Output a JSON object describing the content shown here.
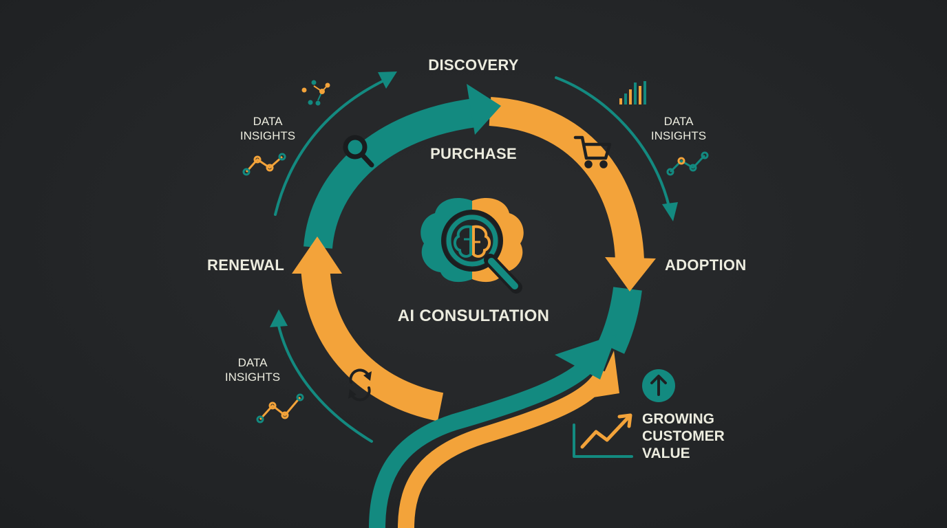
{
  "stages": {
    "discovery": "DISCOVERY",
    "purchase": "PURCHASE",
    "adoption": "ADOPTION",
    "renewal": "RENEWAL"
  },
  "center": {
    "label": "AI CONSULTATION",
    "icon": "brain-magnifier-icon"
  },
  "insights": {
    "top_left": "DATA\nINSIGHTS",
    "top_right": "DATA\nINSIGHTS",
    "bottom_left": "DATA\nINSIGHTS"
  },
  "growth": {
    "label": "GROWING\nCUSTOMER\nVALUE",
    "icon": "arrow-up-circle-icon"
  },
  "stage_icons": {
    "discovery": "magnifier-icon",
    "purchase": "shopping-cart-icon",
    "renewal": "refresh-icon"
  },
  "colors": {
    "background": "#232527",
    "teal": "#138a80",
    "orange": "#f3a33a",
    "text": "#ececdf"
  }
}
